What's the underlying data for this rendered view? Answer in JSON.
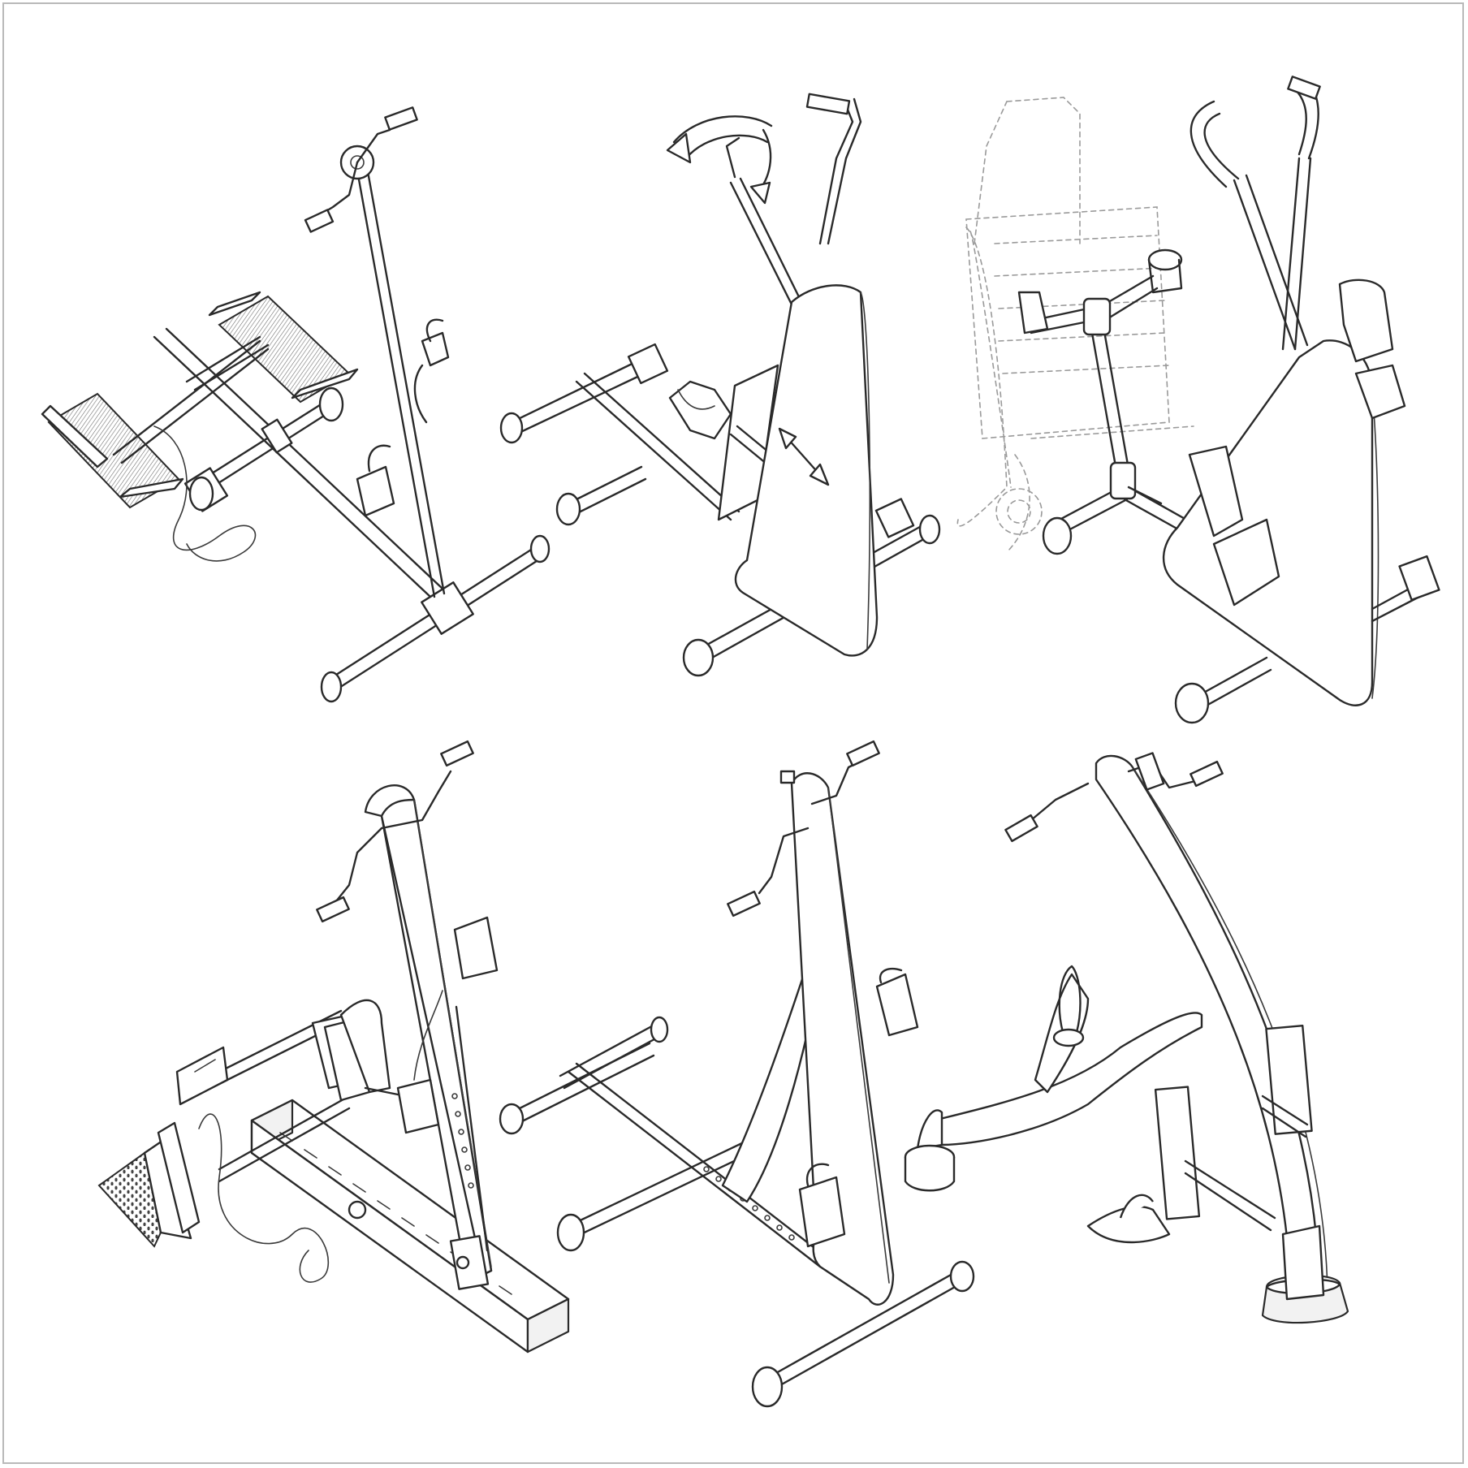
{
  "sheet": {
    "background": "#ffffff",
    "border_color": "#b9b9b9",
    "ink_color": "#2a2a2a"
  },
  "concepts": [
    {
      "id": "concept-1",
      "row": 1,
      "col": 1,
      "features": [
        "mesh-foot-platforms",
        "hand-crank",
        "cable-strap"
      ]
    },
    {
      "id": "concept-2",
      "row": 1,
      "col": 2,
      "features": [
        "rotation-arrows",
        "adjustment-arrow",
        "triangular-panel"
      ]
    },
    {
      "id": "concept-3",
      "row": 1,
      "col": 3,
      "features": [
        "wheelchair-outline",
        "foot-cradles",
        "triangular-panel"
      ]
    },
    {
      "id": "concept-4",
      "row": 2,
      "col": 1,
      "features": [
        "slotted-rail",
        "adjustment-holes",
        "hand-crank",
        "cable-strap"
      ]
    },
    {
      "id": "concept-5",
      "row": 2,
      "col": 2,
      "features": [
        "hand-crank",
        "strap-pedal",
        "tubular-base"
      ]
    },
    {
      "id": "concept-6",
      "row": 2,
      "col": 3,
      "features": [
        "curved-column",
        "hand-crank",
        "foot-pedal",
        "round-base"
      ]
    }
  ]
}
